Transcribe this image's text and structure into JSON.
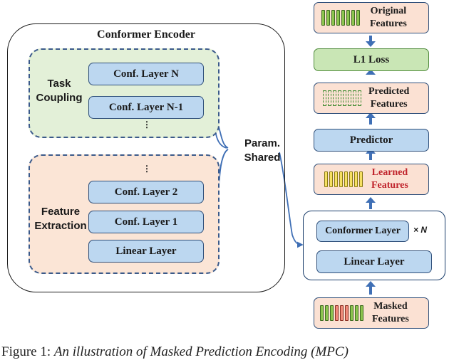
{
  "encoder": {
    "title": "Conformer Encoder",
    "task_coupling_label_1": "Task",
    "task_coupling_label_2": "Coupling",
    "feature_extraction_label_1": "Feature",
    "feature_extraction_label_2": "Extraction",
    "layer_n": "Conf. Layer N",
    "layer_n_minus_1": "Conf. Layer N-1",
    "layer_2": "Conf. Layer 2",
    "layer_1": "Conf. Layer 1",
    "linear": "Linear Layer",
    "ellipsis_top": "⋮",
    "ellipsis_bottom": "⋮"
  },
  "shared": {
    "line1": "Param.",
    "line2": "Shared"
  },
  "pipeline": {
    "original_1": "Original",
    "original_2": "Features",
    "l1_loss": "L1 Loss",
    "predicted_1": "Predicted",
    "predicted_2": "Features",
    "predictor": "Predictor",
    "learned_1": "Learned",
    "learned_2": "Features",
    "conformer_layer": "Conformer Layer",
    "times_n": "× N",
    "linear_layer": "Linear Layer",
    "masked_1": "Masked",
    "masked_2": "Features"
  },
  "colors": {
    "blue_fill": "#bcd7f0",
    "green_fill": "#c9e6b5",
    "peach_fill": "#fbe1d3",
    "arrow": "#3f6fb5",
    "learned_text": "#c0242c"
  },
  "caption": {
    "prefix": "Figure 1: ",
    "italic": "An illustration of Masked Prediction Encoding (MPC)"
  }
}
